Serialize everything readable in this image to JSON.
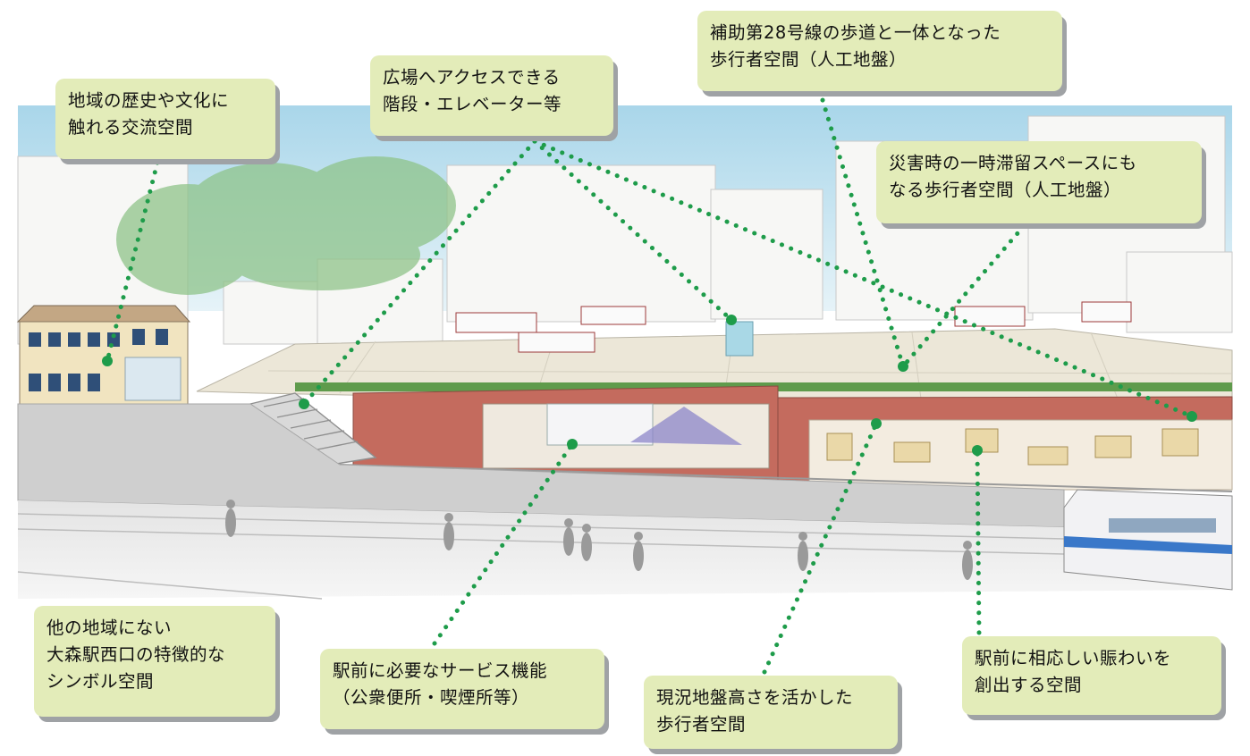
{
  "callouts": {
    "local_history": [
      "地域の歴史や文化に",
      "触れる交流空間"
    ],
    "stairs_elevator": [
      "広場へアクセスできる",
      "階段・エレベーター等"
    ],
    "route28_walkway": [
      "補助第28号線の歩道と一体となった",
      "歩行者空間（人工地盤）"
    ],
    "disaster_space": [
      "災害時の一時滞留スペースにも",
      "なる歩行者空間（人工地盤）"
    ],
    "symbol_space": [
      "他の地域にない",
      "大森駅西口の特徴的な",
      "シンボル空間"
    ],
    "service_facilities": [
      "駅前に必要なサービス機能",
      "（公衆便所・喫煙所等）"
    ],
    "ground_level": [
      "現況地盤高さを活かした",
      "歩行者空間"
    ],
    "liveliness": [
      "駅前に相応しい賑わいを",
      "創出する空間"
    ]
  },
  "colors": {
    "callout_bg": "#e3ecb9",
    "callout_shadow": "#9fa2a5",
    "leader_line": "#1e9c4a",
    "brick": "#c46b5e",
    "sky": "#bfe0ee",
    "train_stripe": "#3a78c9"
  }
}
